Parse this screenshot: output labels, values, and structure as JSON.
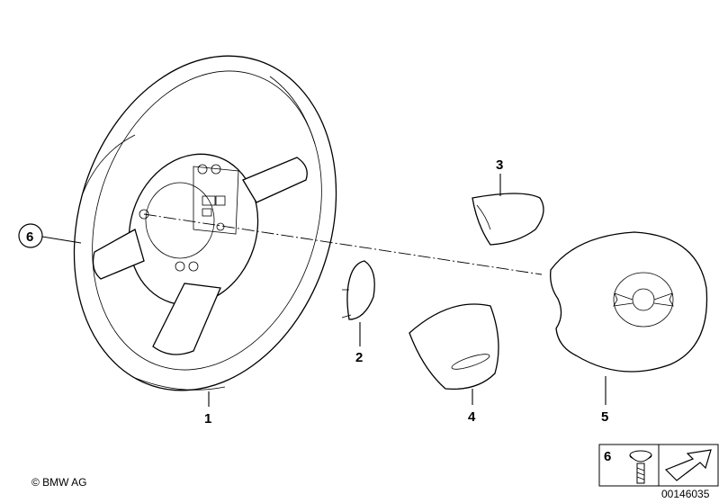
{
  "callouts": [
    {
      "id": "1",
      "label": "1"
    },
    {
      "id": "2",
      "label": "2"
    },
    {
      "id": "3",
      "label": "3"
    },
    {
      "id": "4",
      "label": "4"
    },
    {
      "id": "5",
      "label": "5"
    },
    {
      "id": "6",
      "label": "6"
    }
  ],
  "legend": {
    "item_label": "6"
  },
  "footer": {
    "copyright": "© BMW AG",
    "drawing_number": "00146035"
  },
  "icons": [
    "steering-wheel-drawing",
    "screw-icon",
    "arrow-icon",
    "mini-logo-icon"
  ]
}
